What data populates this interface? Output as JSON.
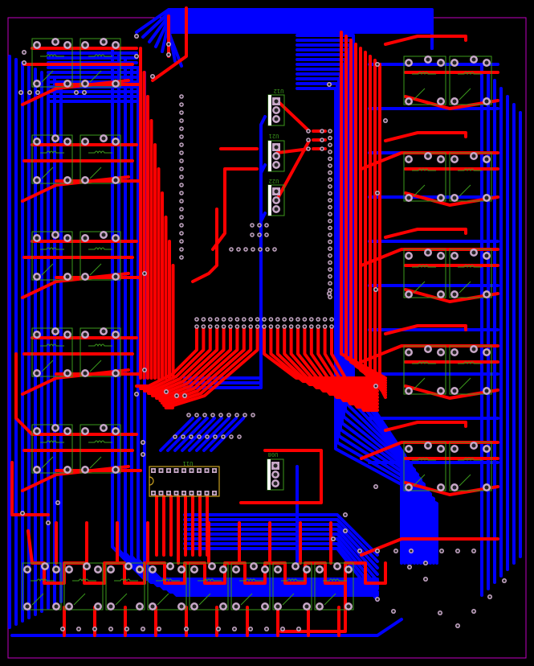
{
  "board": {
    "colors": {
      "background": "#000000",
      "outline": "#c000c0",
      "top_copper": "#ff0000",
      "bottom_copper": "#0000ff",
      "silkscreen": "#3c9a1c",
      "pad_ring": "#c8a8c8",
      "ic_outline": "#c8a020"
    }
  },
  "components": {
    "connectors": [
      {
        "ref": "U12"
      },
      {
        "ref": "U21"
      },
      {
        "ref": "U22"
      },
      {
        "ref": "U08"
      }
    ],
    "ic": {
      "ref": "U11"
    }
  }
}
